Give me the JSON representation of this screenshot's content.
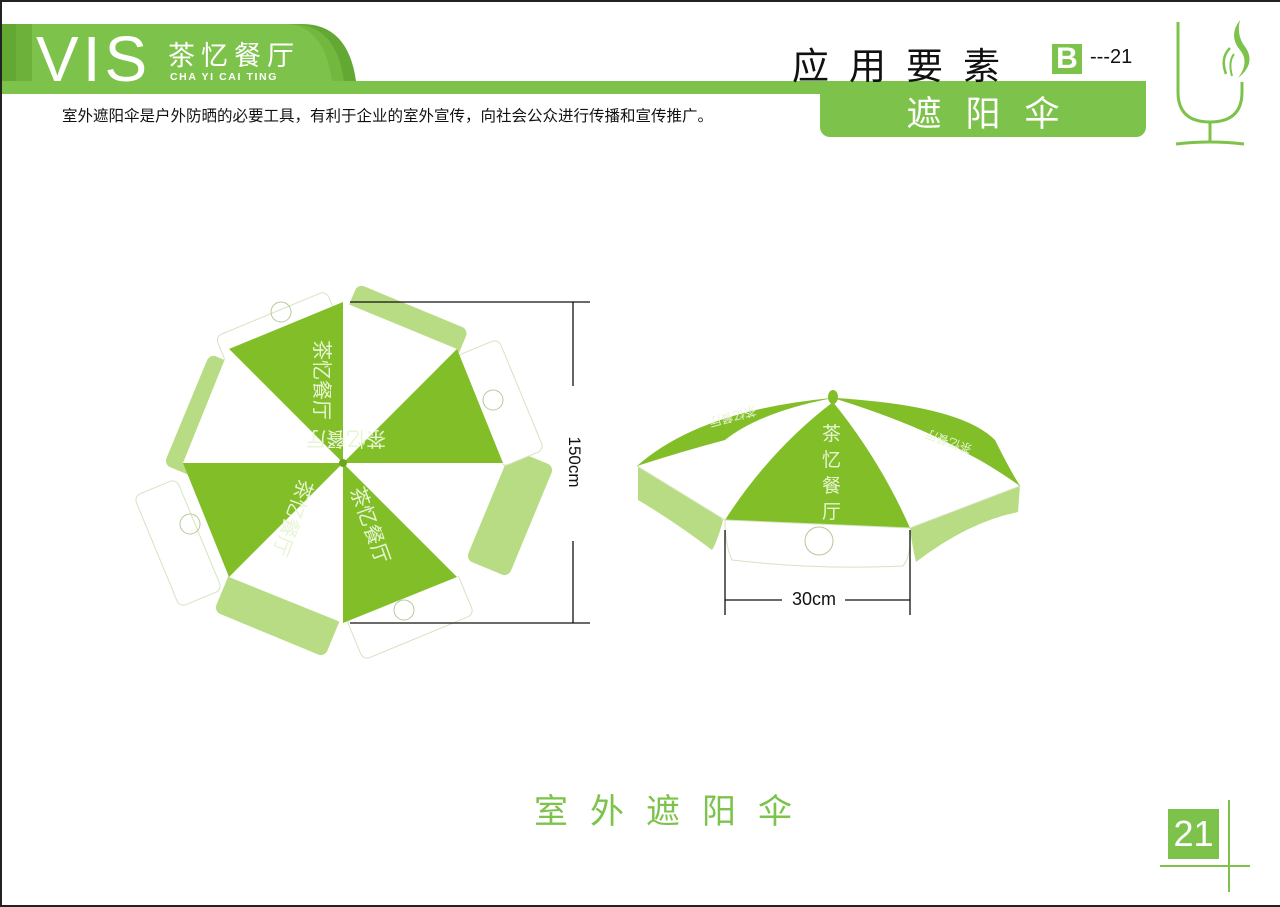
{
  "header": {
    "vis": "VIS",
    "brand_cn": "茶忆餐厅",
    "brand_en": "CHA YI  CAI TING",
    "section_title": "应用要素",
    "section_badge": "B",
    "page_code": "---21",
    "sub_title": "遮阳伞",
    "logo_icon": "wine-glass-with-steam-icon"
  },
  "description": "室外遮阳伞是户外防晒的必要工具，有利于企业的室外宣传，向社会公众进行传播和宣传推广。",
  "diagram": {
    "top_view": {
      "panel_text": "茶忆餐厅",
      "height_dimension": "150cm"
    },
    "side_view": {
      "panel_text": [
        "茶",
        "忆",
        "餐",
        "厅"
      ],
      "width_dimension": "30cm"
    },
    "colors": {
      "primary_green": "#7dc34b",
      "panel_green": "#82be28",
      "light_green": "#b8dc84",
      "outline": "#d6e3bf"
    }
  },
  "footer": {
    "title": "室外遮阳伞",
    "page_number": "21"
  }
}
